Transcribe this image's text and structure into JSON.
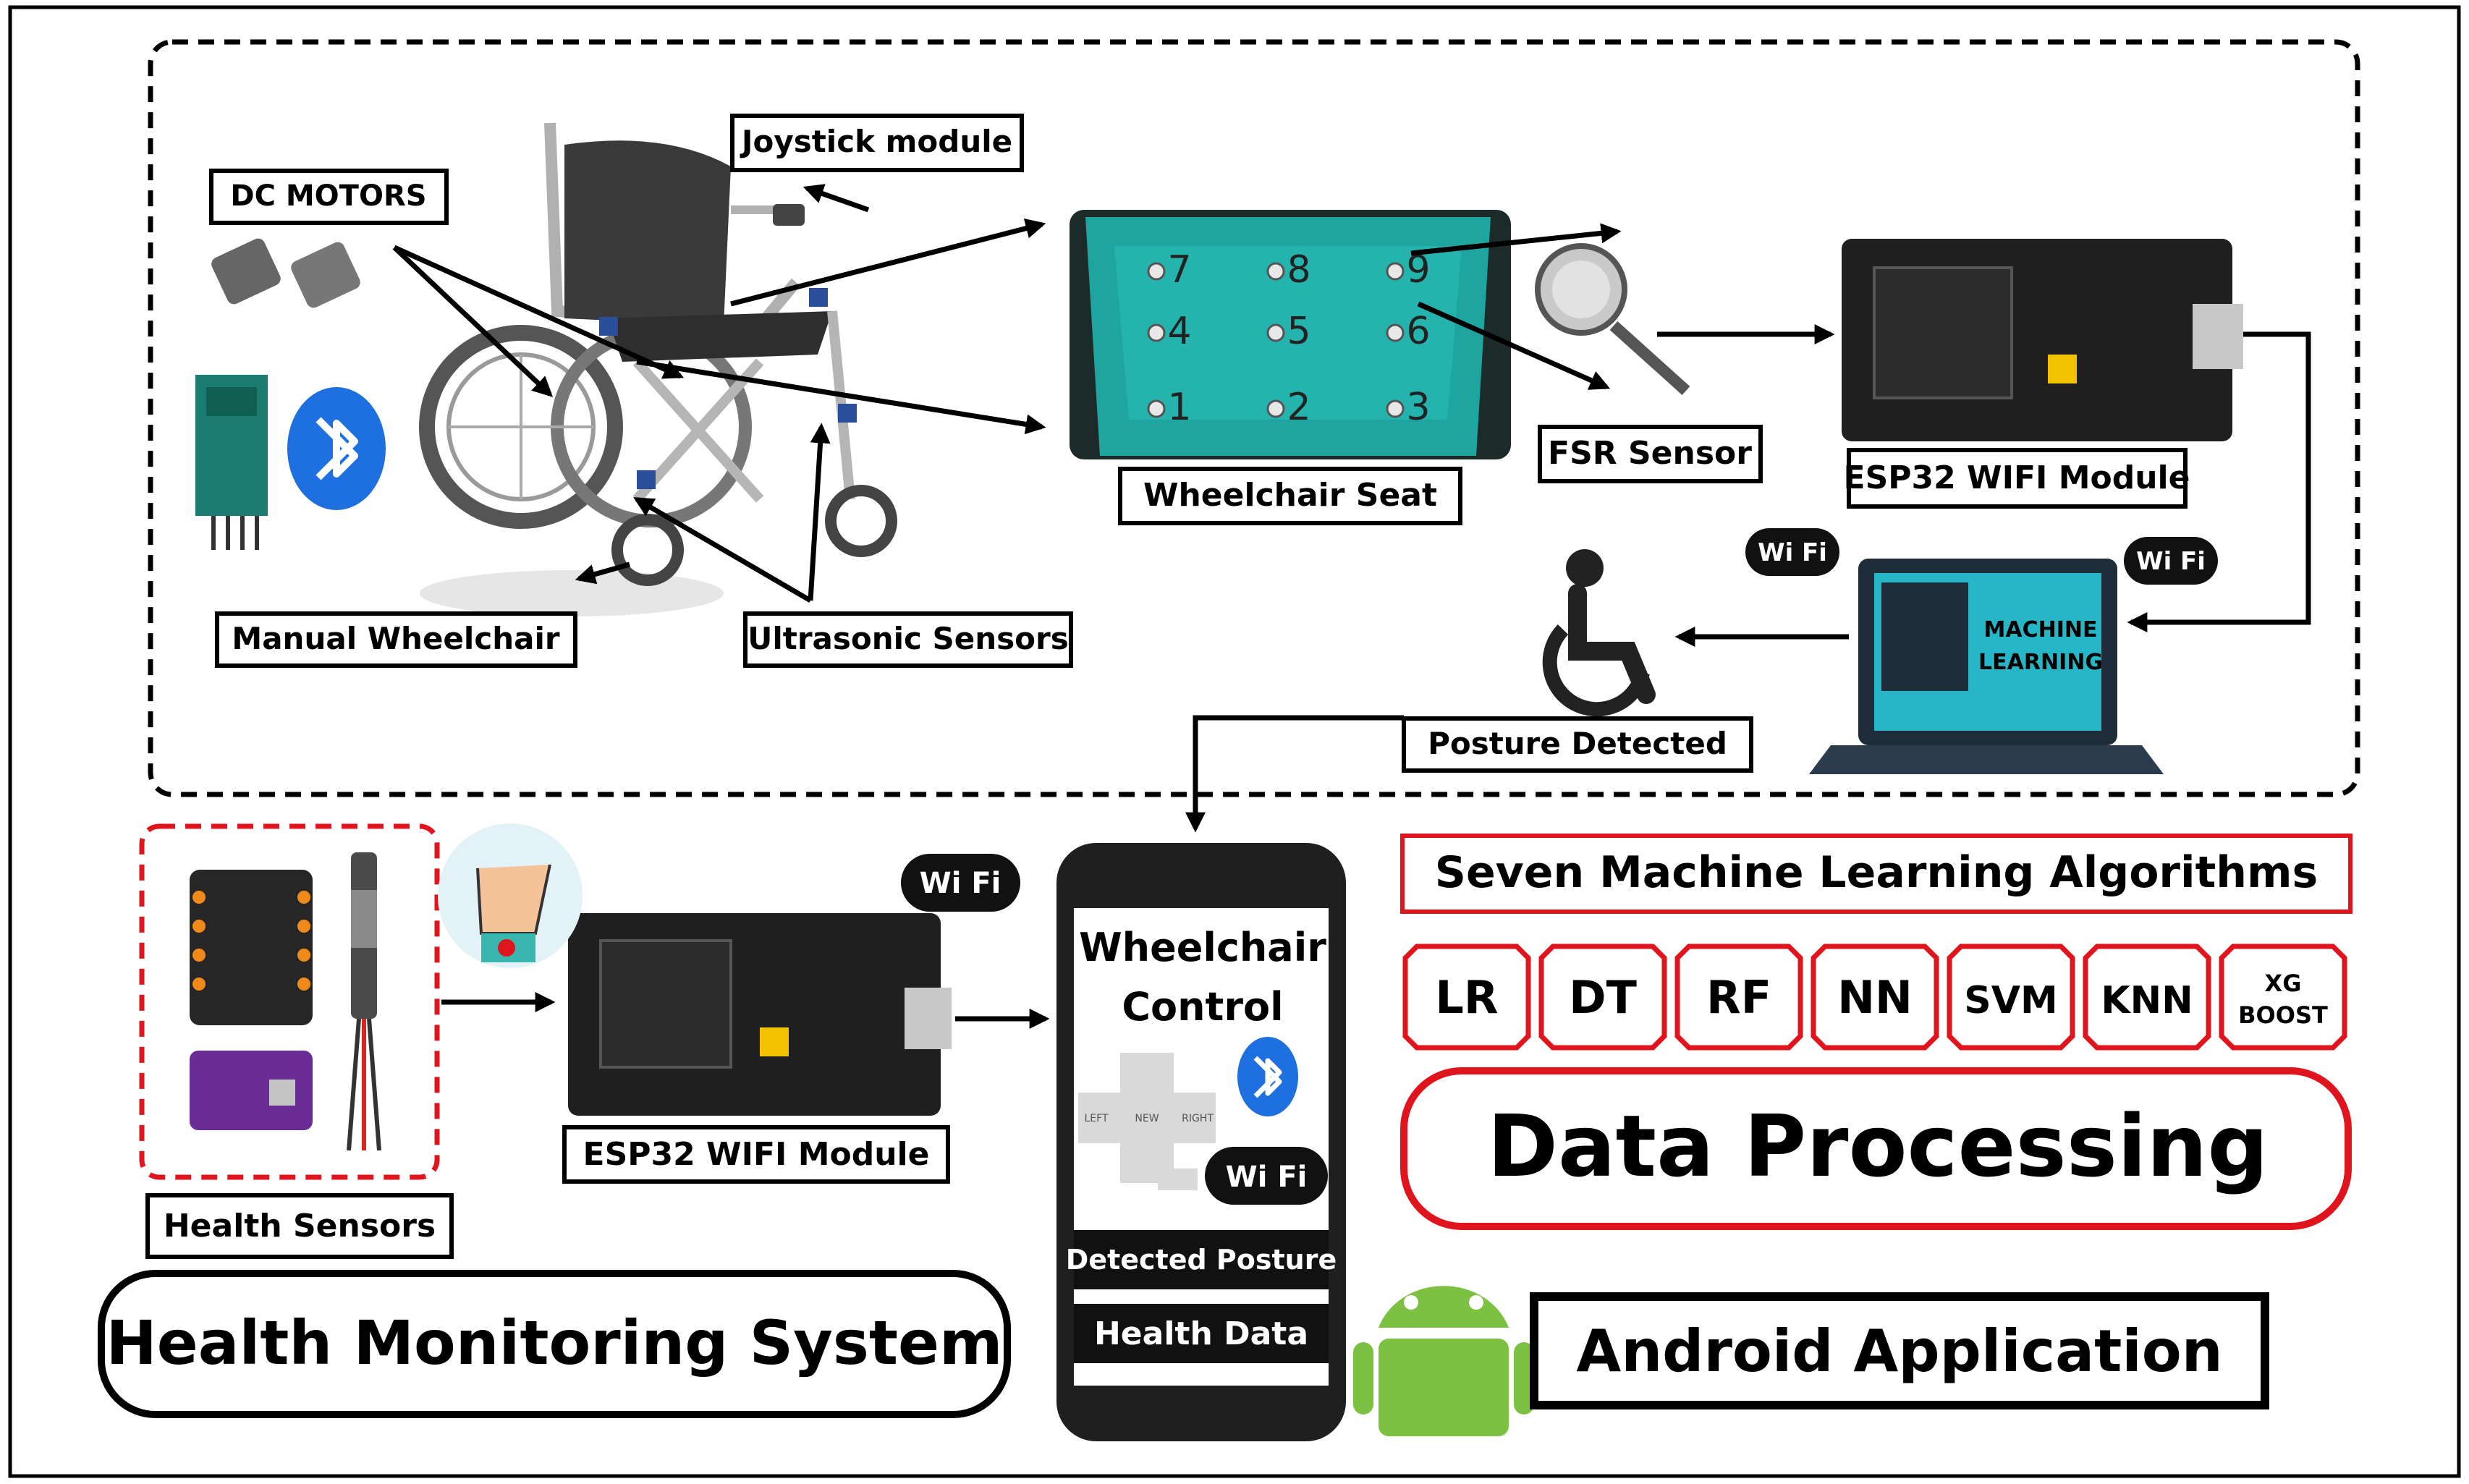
{
  "labels": {
    "dc_motors": "DC MOTORS",
    "joystick": "Joystick module",
    "manual_wheelchair": "Manual Wheelchair",
    "ultrasonic": "Ultrasonic Sensors",
    "wheelchair_seat": "Wheelchair Seat",
    "fsr_sensor": "FSR Sensor",
    "esp32_top": "ESP32 WIFI Module",
    "posture_detected": "Posture Detected",
    "machine_learning_1": "MACHINE",
    "machine_learning_2": "LEARNING",
    "health_sensors": "Health Sensors",
    "esp32_bottom": "ESP32 WIFI Module",
    "health_monitoring": "Health Monitoring System",
    "phone_title_1": "Wheelchair",
    "phone_title_2": "Control",
    "detected_posture": "Detected Posture",
    "health_data": "Health Data",
    "android_app": "Android Application",
    "seven_ml": "Seven Machine Learning Algorithms",
    "data_processing": "Data Processing",
    "wifi_badge": "Wi Fi",
    "dpad_left": "LEFT",
    "dpad_right": "RIGHT",
    "dpad_mid": "NEW"
  },
  "seat_sensors": [
    "7",
    "8",
    "9",
    "4",
    "5",
    "6",
    "1",
    "2",
    "3"
  ],
  "algorithms": [
    "LR",
    "DT",
    "RF",
    "NN",
    "SVM",
    "KNN"
  ],
  "algorithm_xgboost": {
    "line1": "XG",
    "line2": "BOOST"
  },
  "colors": {
    "accent_red": "#e0141c",
    "seat_teal": "#1fa5a0",
    "laptop_screen": "#25b7c7",
    "bluetooth_blue": "#1e6fe0",
    "android_green": "#7cc142",
    "board_dark": "#1f1f1f"
  }
}
